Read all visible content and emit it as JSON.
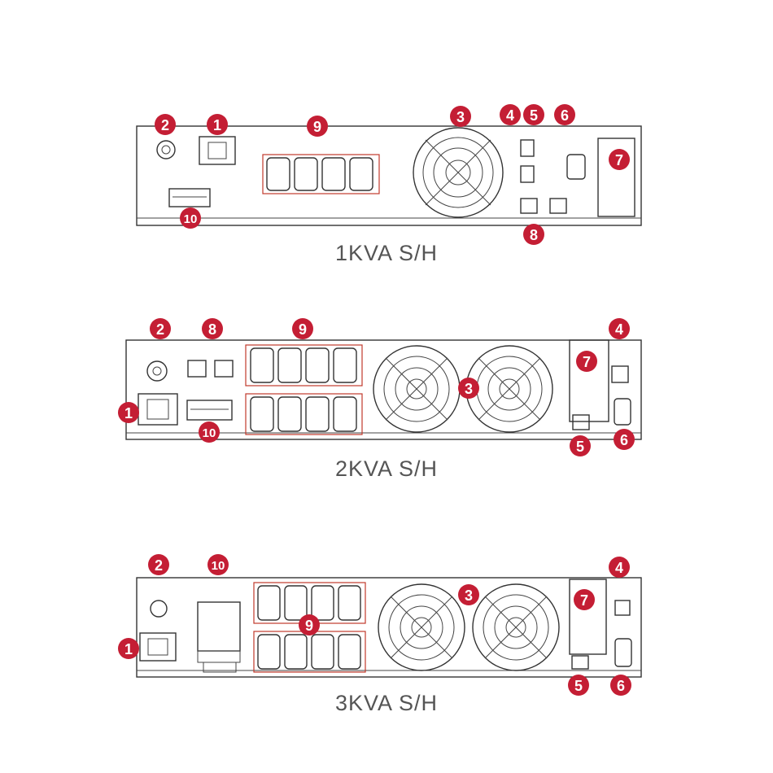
{
  "diagrams": [
    {
      "caption": "1KVA S/H",
      "markers": [
        "1",
        "2",
        "3",
        "4",
        "5",
        "6",
        "7",
        "8",
        "9",
        "10"
      ]
    },
    {
      "caption": "2KVA S/H",
      "markers": [
        "1",
        "2",
        "3",
        "4",
        "5",
        "6",
        "7",
        "8",
        "9",
        "10"
      ]
    },
    {
      "caption": "3KVA S/H",
      "markers": [
        "1",
        "2",
        "3",
        "4",
        "5",
        "6",
        "7",
        "9",
        "10"
      ]
    }
  ],
  "colors": {
    "marker_fill": "#c41e34",
    "marker_text": "#ffffff",
    "line": "#333333",
    "caption": "#555555",
    "outlet_border": "#c0392b"
  },
  "icons": [
    "iec-inlet-icon",
    "circuit-breaker-icon",
    "cooling-fan-icon",
    "rj11-port-icon",
    "rj45-port-icon",
    "db9-serial-port-icon",
    "snmp-slot-icon",
    "ebm-connector-icon",
    "iec-outlet-icon",
    "battery-connector-icon"
  ]
}
